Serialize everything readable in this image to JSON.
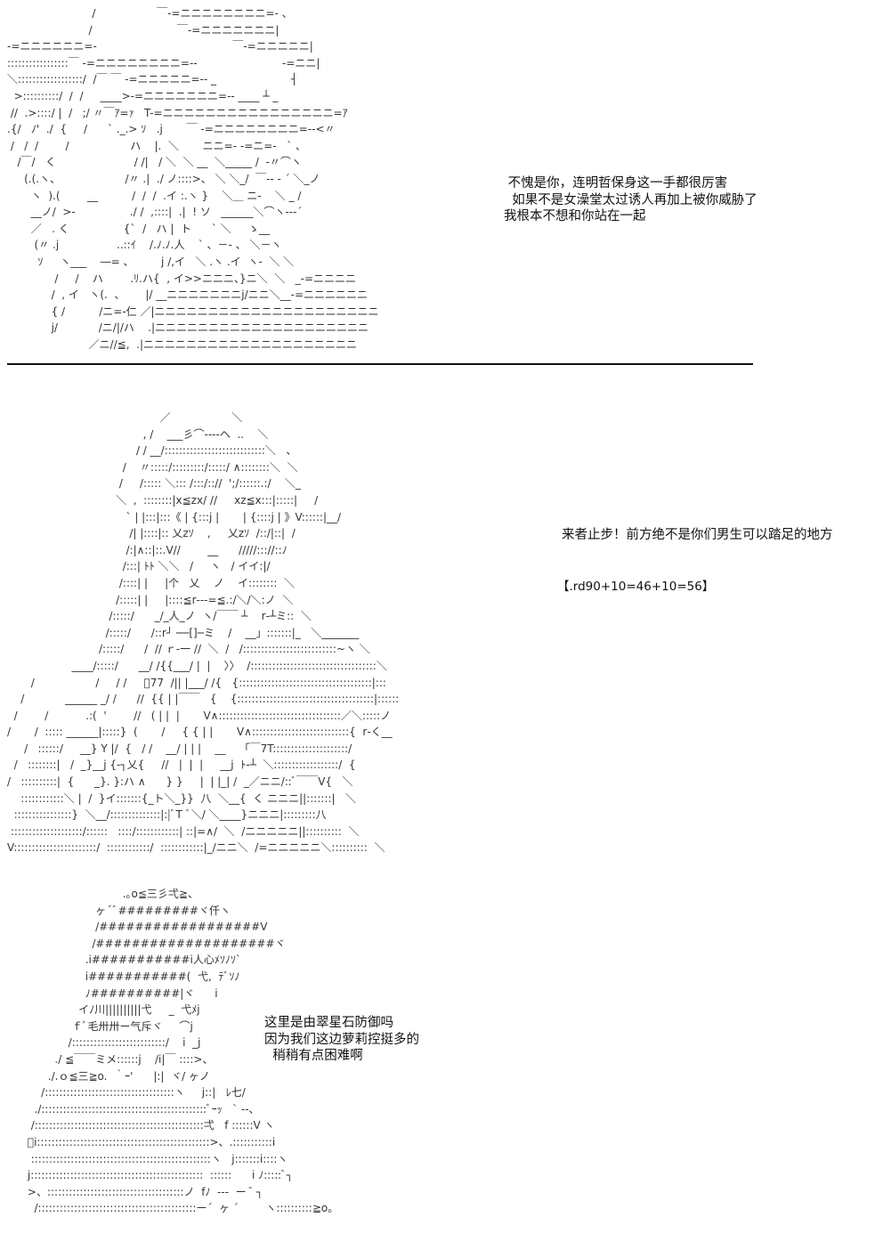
{
  "panel1": {
    "art_lines": [
      "                         /                  ￣-=ニニニニニニニニ=- 、",
      "                        /                         ￣-=ニニニニニニニ|",
      "-=ニニニニニニ=-                                        ￣-=ニニニニニ|",
      ":::::::::::::::::￣ -=ニニニニニニニニ=--                         -=ニニ|",
      "＼::::::::::::::::::/  /￣ ￣ -=ニニニニニ=-- _                      ┤",
      "  >::::::::::/  /  /     ____>-=ニニニニニニニ=-- ____ ┴ _",
      " //  .>::::/ |  /   ;/ 〃￣ｱ=ｧ   T-=ニニニニニニニニニニニニニニニニ=ｱ",
      ".{/   ﾉ'  ./  {     /      ` ._.> ｿ   .j       ￣ -=ニニニニニニニニ=-‐<〃",
      " /   /  /        /                  ハ    |.  ＼       ニニ=- -=ニ=-   ` 、",
      "   /￣/   く                       / /|   / ＼  ＼ __  ＼_____ /  ‐〃⌒ヽ",
      "     (.(.ヽ、                   /〃 .|  ./ ノ::::>、 ＼ ＼_/  ￣-- ‐ ´ ＼_ノ",
      "       ヽ  ).(        __          /  /  /  .イ :.ヽ }    ＼＿ ニ-    ＼ _ /",
      "       __ノ/  >-                ./ /  ,::::|  .|  ! ソ   ______＼⌒ヽ--‐´",
      "       ／   . く                {`  /   ハ |  ト      ` ＼     ゝ__",
      "        (〃 .j                 ..::ｲ    /.ﾉ.ﾉ.人    ` 、－- 、 ＼－ヽ",
      "         ｿ     ヽ___    ―= 、        j /,イ   ＼ .ヽ .イ  ヽ-  ＼ ＼",
      "              /     /    ハ        .ﾘ.ハ{  , イ>>ニニニ、}ニ＼  ＼   _-=ニニニニ",
      "             /  , イ   ヽ(.  、      |/ __ニニニニニニニj/ニニ＼__-=ニニニニニニ",
      "             { /          /ニ=‐仁 ／|ニニニニニニニニニニニニニニニニニニニニニ",
      "             j/            /ニ/|/ハ    .|ニニニニニニニニニニニニニニニニニニニニ",
      "                        ／ニ//≦,  .|ニニニニニニニニニニニニニニニニニニニニ"
    ],
    "dialogue": [
      " 不愧是你，连明哲保身这一手都很厉害",
      "  如果不是女澡堂太过诱人再加上被你威胁了",
      "我根本不想和你站在一起"
    ]
  },
  "panel2": {
    "art_lines": [
      "                                             ／                  ＼",
      "                                        , /    ___彡⌒‐‐--ヘ  ..    ＼",
      "                                      / / __/::::::::::::::::::::::::::::＼   、",
      "                                  /    〃:::::/:::::::::/:::::/ ∧::::::::＼  ＼",
      "                                 /     /::::: ＼::: /:::/:://  ';/::::::.:/    ＼_",
      "                                ＼  ,  ::::::::|x≦zx/ //     xz≦x:::|:::::|     /",
      "                                   ` | |:::|:::《 | {:::j |       | {::::j | 》V::::::|__/",
      "                                    /| |::::|:: 乂zｿ    ,     乂zｿ  /::/|::|  /",
      "                                   /:|∧::|::.V//        __      /////::://::ﾉ",
      "                                  /:::| ﾄﾄ ＼＼   /     ヽ   / イイ:|/",
      "                                 /::::| |     |个   乂    ノ    イ::::::::  ＼",
      "                                /:::::| |     |::::≦r‐‐‐=≦.:/＼/＼:ノ  ＼",
      "                              /:::::/      _/_人_ノ  ヽ/￣￣ ┴    r‐┴ミ::  ＼",
      "                             /:::::/      /::r┘ ──[]─ミ    /    __」:::::::|_   ＼_______",
      "                           /:::::/      /  // ｒ‐一 //  ＼  /   /::::::::::::::::::::::::::~ヽ ＼",
      "                   ____/:::::/      __/ /{{___/ |  |    〉〉  /:::::::::::::::::::::::::::::::::::＼",
      "       /                  /     / /     ﾞ77  /|| |___/ /{   {:::::::::::::::::::::::::::::::::::::|:::",
      "    /            ______ _/ /      //  {{ | |￣￣   {    {::::::::::::::::::::::::::::::::::::::|::::::",
      "  /        /           .:(  '        //   ( | |  |       V∧::::::::::::::::::::::::::::::::::／＼:::::ノ",
      "/       /  ::::: ______|:::::}  (       /     { { | |       V∧:::::::::::::::::::::::::::{  r‐く__",
      "     /   ::::::/     __} Y |/  {   / /    __/ | | |    __    「￣7T:::::::::::::::::::::/",
      "  /   ::::::::|   /  _}__j {-┐乂{     //   |  |  |     __j  ﾄ-┴  ＼::::::::::::::::::/  {",
      "/   ::::::::::|  {      _}. }:ハ ∧      } }     |  | |_| /  _／ニニ/::ﾞ￣￣V{   ＼",
      "    ::::::::::::＼ |  /  }イ:::::::{_ト＼_}}  八  ＼__{  く ニニニ||:::::::|   ＼",
      "  ::::::::::::::::}  ＼__/::::::::::::::|:|ﾞT ﾞ＼/ ＼____}ニニニ|:::::::::八",
      " ::::::::::::::::::::/::::::   ::::/::::::::::::| ::|=∧/  ＼  /ニニニニニ||::::::::::  ＼",
      "V:::::::::::::::::::::::/  ::::::::::::/  ::::::::::::|_/ニニ＼  /=ニニニニニ＼::::::::::  ＼"
    ],
    "dialogue": "来者止步！前方绝不是你们男生可以踏足的地方",
    "roll": "【.rd90+10=46+10=56】"
  },
  "panel3": {
    "art_lines": [
      "                                  .｡o≦三彡弌≧、",
      "                          ヶ´ﾞ#########ヾ仟ヽ",
      "                          /##################V",
      "                         /####################ヾ",
      "                       .i###########i人心ﾒｿﾉｿ`",
      "                       i###########(  弋,  ﾃﾞｿﾉ",
      "                       ﾉ##########|ヾ      i",
      "                     イﾉ川||||||||||弋     _  弋ﾒj",
      "                   ｆﾞ毛卅卅ー气斥ヾ     ⌒j",
      "                  /::::::::::::::::::::::::::/    i  _j",
      "              ./ ≦￣￣ミメ::::::j    /i|￣ ::::>、",
      "            ./.ｏ≦三≧o.  ｀ｰ'      |:|  ヾ/ ヶノ",
      "          /::::::::::::::::::::::::::::::::::::ヽ     j::|   ﾚ七/",
      "        ./::::::::::::::::::::::::::::::::::::::::::::::ﾞｰｯ   ` ‐-、",
      "       /:::::::::::::::::::::::::::::::::::::::::::::::弌   f ::::::V ヽ",
      "      ﾞi::::::::::::::::::::::::::::::::::::::::::::::::>、.:::::::::::i",
      "       ::::::::::::::::::::::::::::::::::::::::::::::::::ヽ   j:::::::i::::ヽ",
      "      j::::::::::::::::::::::::::::::::::::::::::::::::  ::::::      i ﾉ:::::ﾞ┐",
      "      >、::::::::::::::::::::::::::::::::::::::ノ  fﾉ  ---  ー  ̄ ┐",
      "        /::::::::::::::::::::::::::::::::::::::::::::ー´  ヶ ´        ヽ::::::::::≧o｡"
    ],
    "dialogue": [
      "这里是由翠星石防御吗",
      "因为我们这边萝莉控挺多的",
      "  稍稍有点困难啊"
    ]
  }
}
